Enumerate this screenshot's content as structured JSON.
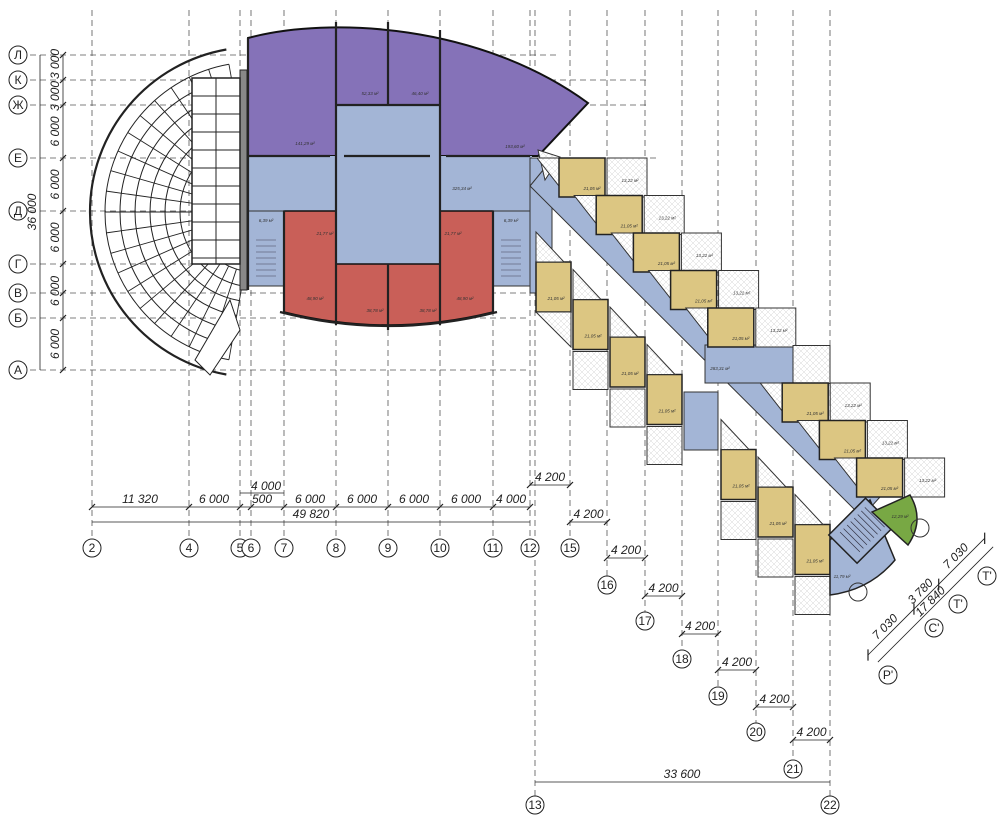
{
  "rows": [
    "Л",
    "К",
    "Ж",
    "Е",
    "Д",
    "Г",
    "В",
    "Б",
    "А"
  ],
  "row_dims": [
    "3 000",
    "3 000",
    "6 000",
    "6 000",
    "6 000",
    "6 000",
    "6 000"
  ],
  "row_total": "36 000",
  "columns": [
    "2",
    "4",
    "5",
    "6",
    "7",
    "8",
    "9",
    "10",
    "11",
    "12",
    "15",
    "16",
    "17",
    "18",
    "19",
    "20",
    "21",
    "13",
    "22"
  ],
  "col_dims": {
    "a": "11 320",
    "b": "6 000",
    "c": "500",
    "c_top": "4 000",
    "d": "6 000",
    "e": "6 000",
    "f": "6 000",
    "g": "6 000",
    "h": "4 000",
    "total": "49 820"
  },
  "step_dims": [
    "4 200",
    "4 200",
    "4 200",
    "4 200",
    "4 200",
    "4 200",
    "4 200",
    "4 200"
  ],
  "wing_total": "33 600",
  "diag": {
    "d1": "7 030",
    "d2": "3 780",
    "d3": "7 030",
    "total": "17 840",
    "axes": [
      "Р'",
      "С'",
      "Т'",
      "Т'"
    ]
  },
  "areas": {
    "purple_left": "141,29 м²",
    "purple_mid1": "52,33 м²",
    "purple_mid2": "46,40 м²",
    "purple_right": "193,60 м²",
    "hall": "325,34 м²",
    "red_small_left": "21,77 м²",
    "red_small_right": "21,77 м²",
    "red_left": "48,90 м²",
    "red_mid1": "38,78 м²",
    "red_mid2": "38,78 м²",
    "red_right": "48,90 м²",
    "stair_left": "6,39 м²",
    "stair_right": "6,39 м²",
    "corridor": "283,31 м²",
    "unit": "21,05 м²",
    "balcony": "13,22 м²",
    "green": "12,29 м²",
    "lobby": "11,79 м²"
  },
  "colors": {
    "purple": "#8572b8",
    "blue": "#a3b5d6",
    "red": "#c95f58",
    "yellow": "#dcc682",
    "green": "#78a844"
  }
}
